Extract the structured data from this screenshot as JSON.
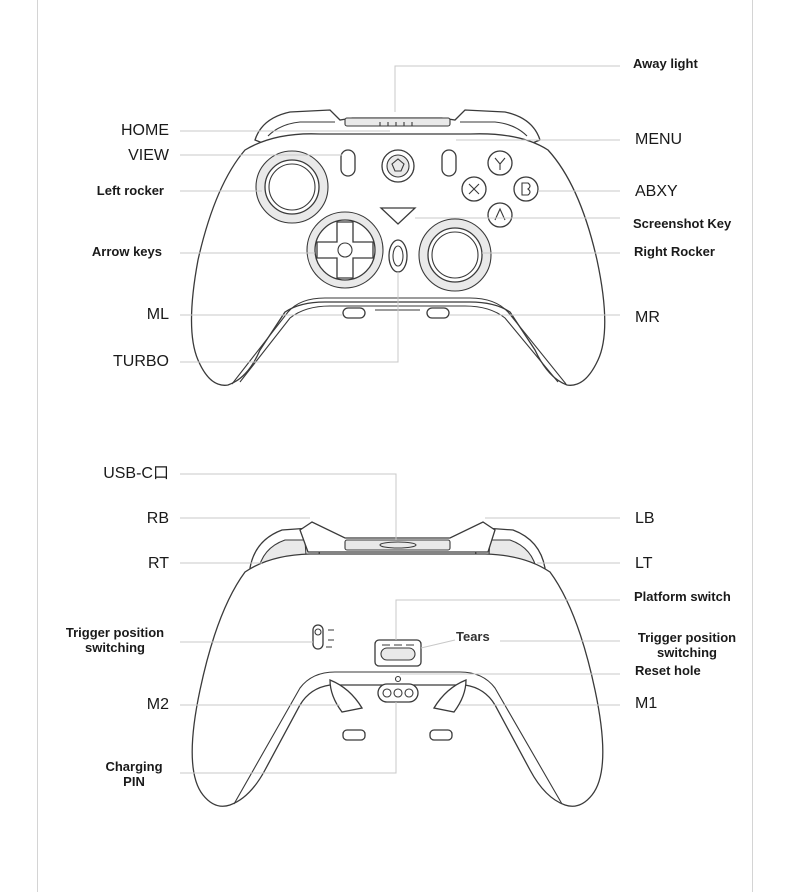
{
  "front_view": {
    "left_labels": {
      "home": "HOME",
      "view": "VIEW",
      "left_rocker": "Left rocker",
      "arrow_keys": "Arrow keys",
      "ml": "ML",
      "turbo": "TURBO"
    },
    "right_labels": {
      "away_light": "Away light",
      "menu": "MENU",
      "abxy": "ABXY",
      "screenshot_key": "Screenshot Key",
      "right_rocker": "Right Rocker",
      "mr": "MR"
    }
  },
  "back_view": {
    "left_labels": {
      "usb_c": "USB-C口",
      "rb": "RB",
      "rt": "RT",
      "trigger_position_switching": "Trigger position\nswitching",
      "m2": "M2",
      "charging_pin": "Charging\nPIN"
    },
    "right_labels": {
      "lb": "LB",
      "lt": "LT",
      "platform_switch": "Platform switch",
      "trigger_position_switching": "Trigger position\nswitching",
      "reset_hole": "Reset hole",
      "m1": "M1"
    },
    "center_labels": {
      "tears": "Tears"
    }
  }
}
